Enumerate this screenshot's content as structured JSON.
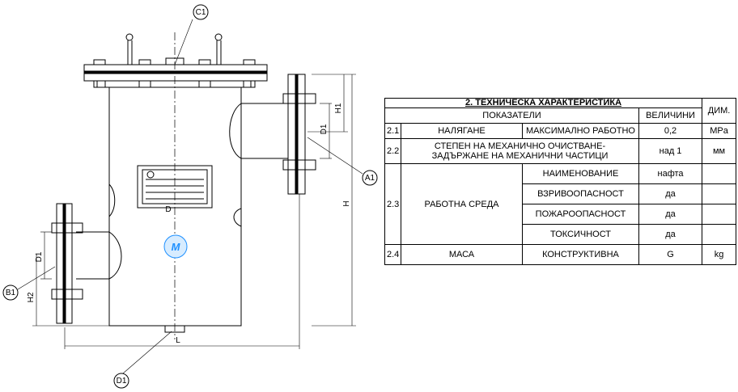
{
  "drawing": {
    "callouts": {
      "c1": "C1",
      "a1": "A1",
      "b1": "B1",
      "d1": "D1"
    },
    "dims": {
      "h1": "H1",
      "d1_right": "D1",
      "h": "H",
      "d1_left": "D1",
      "h2": "H2",
      "l": "L",
      "d": "D"
    }
  },
  "table": {
    "title": "2. ТЕХНИЧЕСКА ХАРАКТЕРИСТИКА",
    "headers": {
      "indicators": "ПОКАЗАТЕЛИ",
      "values": "ВЕЛИЧИНИ",
      "unit": "ДИМ."
    },
    "rows": [
      {
        "num": "2.1",
        "name": "НАЛЯГАНЕ",
        "sub": "МАКСИМАЛНО РАБОТНО",
        "value": "0,2",
        "unit": "MPa"
      },
      {
        "num": "2.2",
        "name_line1": "СТЕПЕН НА МЕХАНИЧНО ОЧИСТВАНЕ-",
        "name_line2": "ЗАДЪРЖАНЕ НА МЕХАНИЧНИ ЧАСТИЦИ",
        "value": "над 1",
        "unit": "мм"
      },
      {
        "num": "2.3",
        "name": "РАБОТНА СРЕДА",
        "subs": [
          {
            "label": "НАИМЕНОВАНИЕ",
            "value": "нафта",
            "unit": ""
          },
          {
            "label": "ВЗРИВООПАСНОСТ",
            "value": "да",
            "unit": ""
          },
          {
            "label": "ПОЖАРООПАСНОСТ",
            "value": "да",
            "unit": ""
          },
          {
            "label": "ТОКСИЧНОСТ",
            "value": "да",
            "unit": ""
          }
        ]
      },
      {
        "num": "2.4",
        "name": "МАСА",
        "sub": "КОНСТРУКТИВНА",
        "value": "G",
        "unit": "kg"
      }
    ]
  },
  "colors": {
    "logo": "#1e90ff"
  }
}
